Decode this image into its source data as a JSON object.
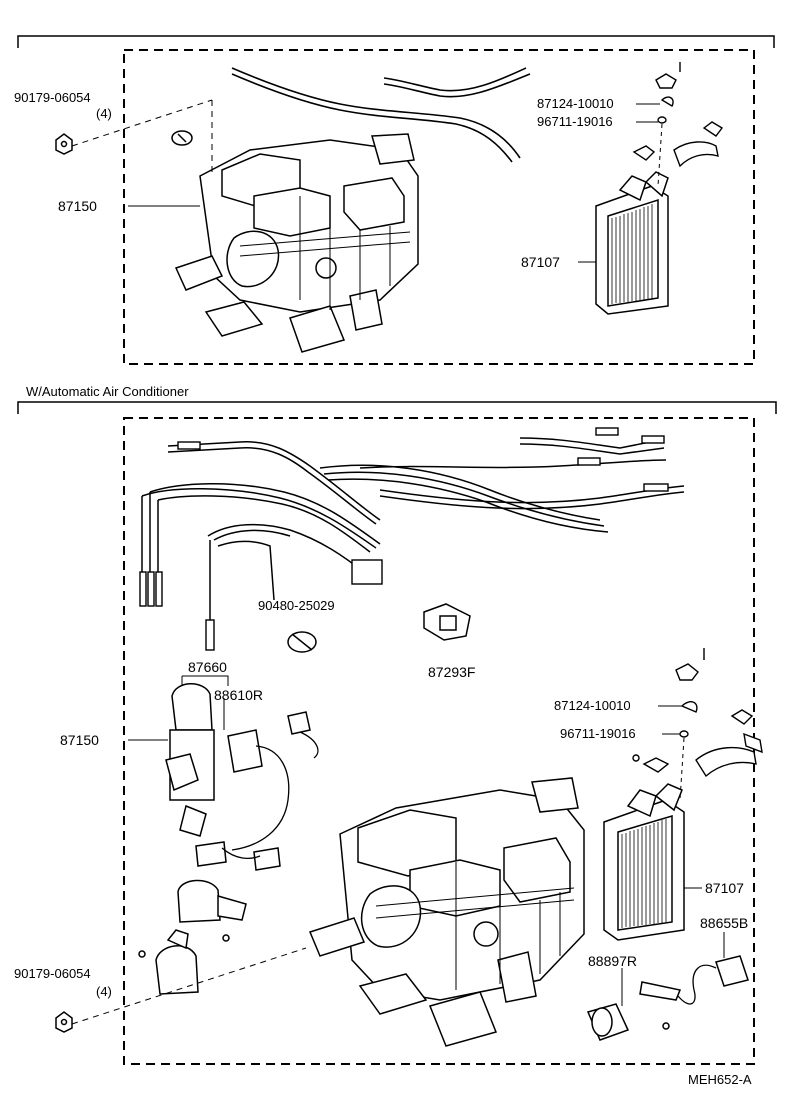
{
  "section_top": {
    "labels": {
      "bolt": "90179-06054",
      "bolt_qty": "(4)",
      "unit": "87150",
      "clamp": "87124-10010",
      "grommet": "96711-19016",
      "core": "87107"
    }
  },
  "section_auto": {
    "title": "W/Automatic Air Conditioner",
    "labels": {
      "connector": "90480-25029",
      "sensor": "87293F",
      "servo": "87660",
      "wire": "88610R",
      "unit": "87150",
      "clamp": "87124-10010",
      "grommet": "96711-19016",
      "core": "87107",
      "thermistor": "88655B",
      "bolt": "90179-06054",
      "bolt_qty": "(4)",
      "relay": "88897R"
    }
  },
  "figure_code": "MEH652-A"
}
